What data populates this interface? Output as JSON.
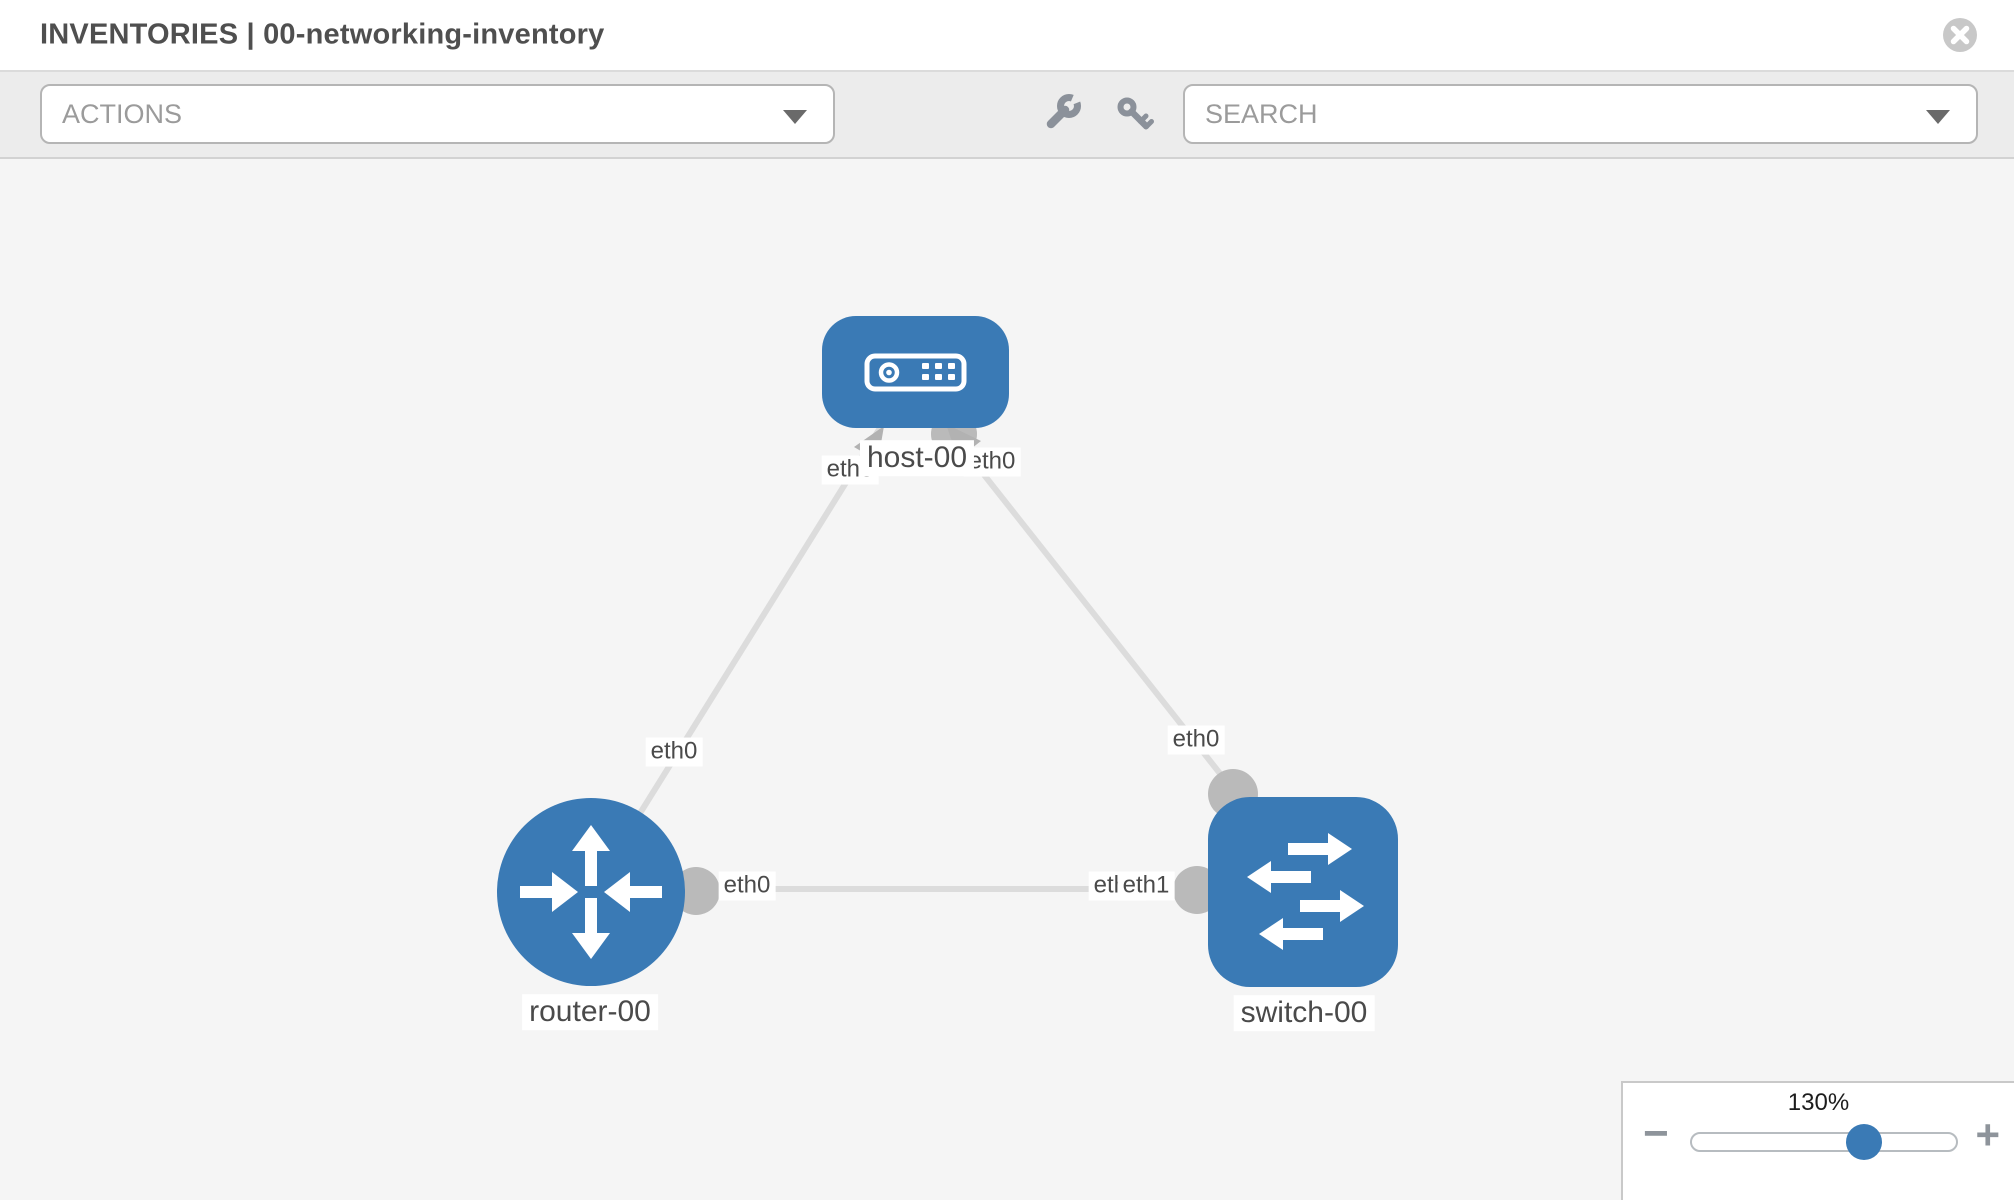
{
  "header": {
    "title": "INVENTORIES | 00-networking-inventory",
    "close_icon": "x-circle-icon"
  },
  "toolbar": {
    "actions_label": "ACTIONS",
    "search_label": "SEARCH",
    "tools": [
      {
        "icon": "wrench-icon"
      },
      {
        "icon": "key-icon"
      }
    ]
  },
  "topology": {
    "nodes": [
      {
        "id": "host-00",
        "type": "host",
        "label": "host-00"
      },
      {
        "id": "router-00",
        "type": "router",
        "label": "router-00"
      },
      {
        "id": "switch-00",
        "type": "switch",
        "label": "switch-00"
      }
    ],
    "links": [
      {
        "from": "router-00",
        "from_interface": "eth0",
        "to": "host-00",
        "to_interface": "eth0"
      },
      {
        "from": "switch-00",
        "from_interface": "eth0",
        "to": "host-00",
        "to_interface": "eth0"
      },
      {
        "from": "router-00",
        "from_interface": "eth0",
        "to": "switch-00",
        "to_interface": "eth1"
      }
    ],
    "port_labels": [
      {
        "text": "eth0"
      },
      {
        "text": "eth0"
      },
      {
        "text": "eth0"
      },
      {
        "text": "eth0"
      },
      {
        "text": "eth0"
      },
      {
        "text": "eth1"
      },
      {
        "text": "eth0"
      }
    ]
  },
  "zoom": {
    "level": "130%",
    "minus": "−",
    "plus": "+"
  },
  "colors": {
    "node_blue": "#3a7ab5",
    "link_gray": "#dcdcdc",
    "marker_gray": "#bababa",
    "toolbar_gray": "#ececec",
    "slider_handle_blue": "#3a7ab5"
  }
}
